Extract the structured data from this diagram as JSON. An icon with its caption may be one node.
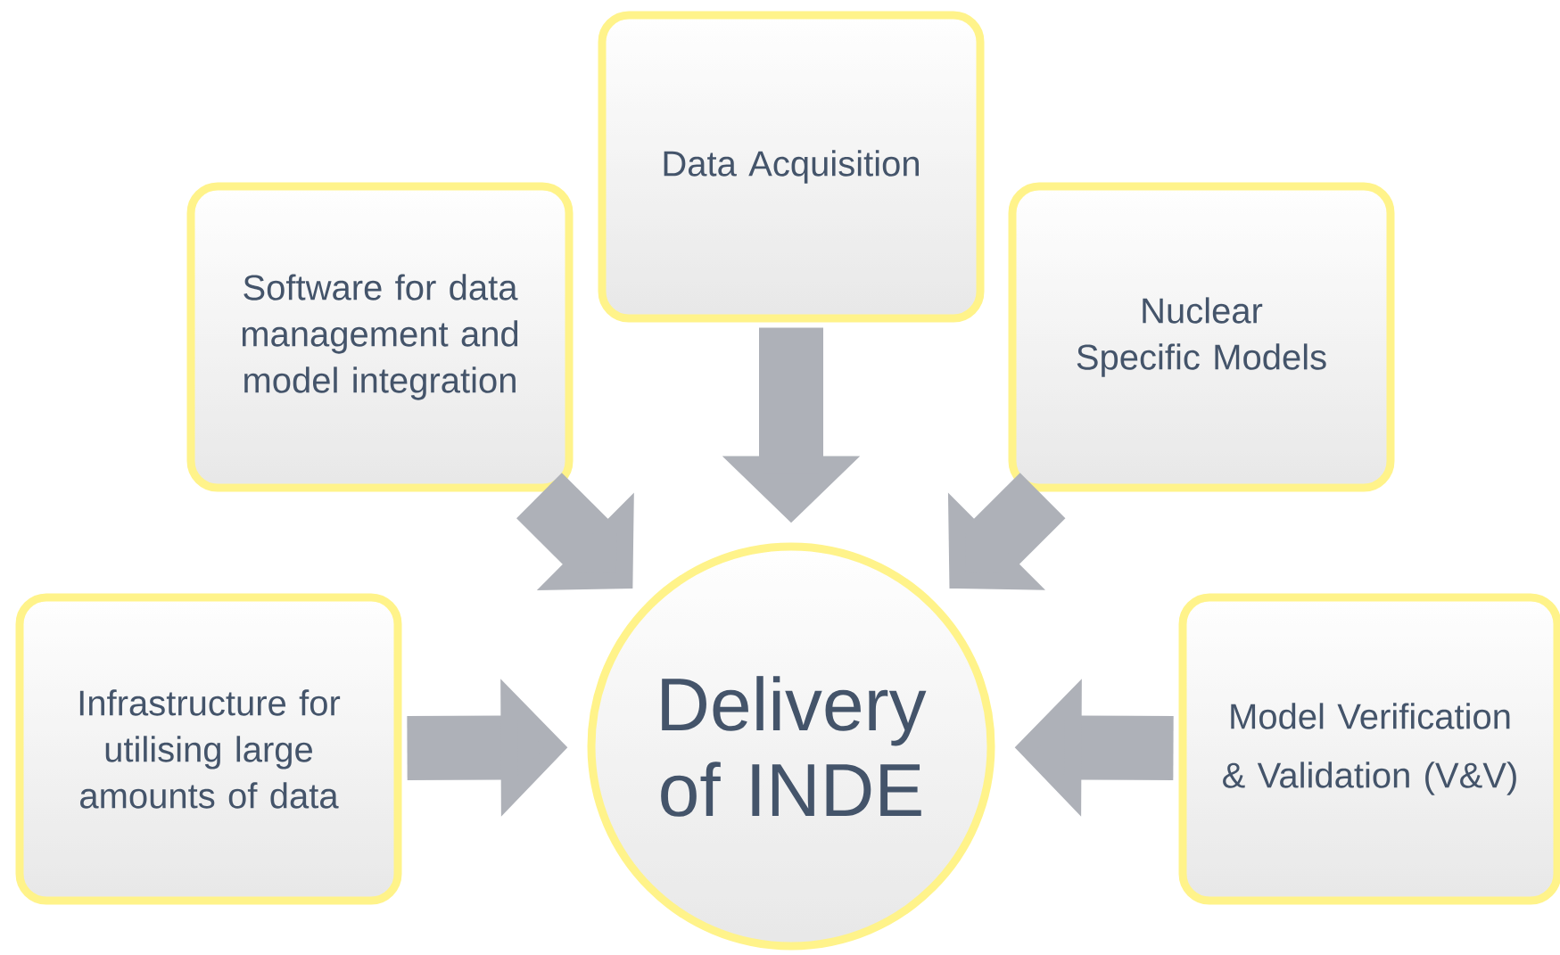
{
  "diagram": {
    "nodes": [
      {
        "text": [
          "Data Acquisition"
        ]
      },
      {
        "text": [
          "Software for data management and model integration"
        ]
      },
      {
        "text": [
          "Nuclear Specific Models"
        ]
      },
      {
        "text": [
          "Infrastructure for utilising large amounts of data"
        ]
      },
      {
        "text": [
          "Delivery of INDE"
        ]
      },
      {
        "text": [
          "Model Verification",
          "& Validation (V&V)"
        ]
      }
    ],
    "edges": [
      {
        "from": 0,
        "to": 4,
        "arrow": "to"
      },
      {
        "from": 1,
        "to": 4,
        "arrow": "to"
      },
      {
        "from": 2,
        "to": 4,
        "arrow": "to"
      },
      {
        "from": 3,
        "to": 4,
        "arrow": "to"
      },
      {
        "from": 5,
        "to": 4,
        "arrow": "to"
      }
    ]
  }
}
